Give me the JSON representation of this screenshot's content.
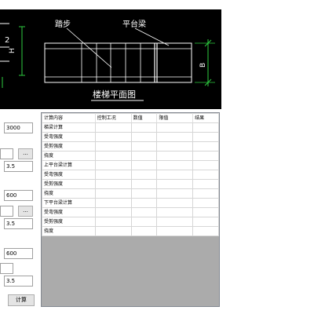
{
  "drawing": {
    "label_tabu": "踏步",
    "label_pingtailiang": "平台梁",
    "caption": "楼梯平面图",
    "dim_h": "H",
    "dim_b": "B",
    "dim_2": "2"
  },
  "form": {
    "group1": {
      "value1": "3000",
      "value2": "",
      "value3": "3.5",
      "browse_label": "..."
    },
    "group2": {
      "value1": "600",
      "value2": "",
      "value3": "3.5",
      "browse_label": "..."
    },
    "group3": {
      "value1": "600",
      "value2": "",
      "value3": "3.5"
    },
    "calc_button": "计算"
  },
  "table": {
    "columns": [
      "计算内容",
      "控制工况",
      "数值",
      "限值",
      "结果"
    ],
    "rows": [
      [
        "梯梁计算",
        "",
        "",
        "",
        ""
      ],
      [
        "受弯强度",
        "",
        "",
        "",
        ""
      ],
      [
        "受剪强度",
        "",
        "",
        "",
        ""
      ],
      [
        "挠度",
        "",
        "",
        "",
        ""
      ],
      [
        "上平台梁计算",
        "",
        "",
        "",
        ""
      ],
      [
        "受弯强度",
        "",
        "",
        "",
        ""
      ],
      [
        "受剪强度",
        "",
        "",
        "",
        ""
      ],
      [
        "挠度",
        "",
        "",
        "",
        ""
      ],
      [
        "下平台梁计算",
        "",
        "",
        "",
        ""
      ],
      [
        "受弯强度",
        "",
        "",
        "",
        ""
      ],
      [
        "受剪强度",
        "",
        "",
        "",
        ""
      ],
      [
        "挠度",
        "",
        "",
        "",
        ""
      ]
    ]
  },
  "colors": {
    "cad_background": "#000000",
    "cad_lines": "#ffffff",
    "dimension_lines": "#2ecc40",
    "grid_empty": "#ababab"
  }
}
